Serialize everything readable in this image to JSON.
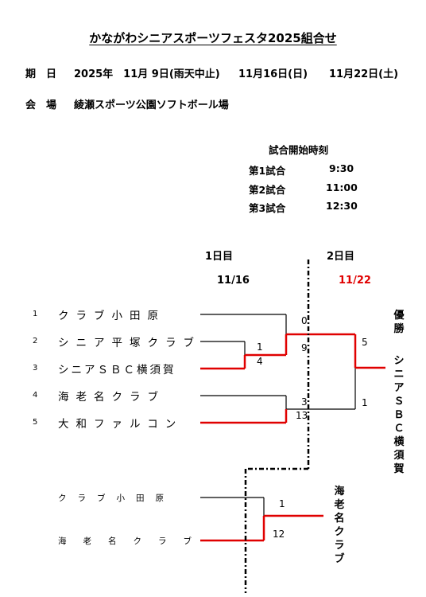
{
  "title": "かながわシニアスポーツフェスタ2025組合せ",
  "date": {
    "label": "期　日",
    "d1": "2025年　11月 9日(雨天中止)",
    "d2": "11月16日(日)",
    "d3": "11月22日(土)"
  },
  "venue": {
    "label": "会　場",
    "value": "綾瀬スポーツ公園ソフトボール場"
  },
  "schedule": {
    "heading": "試合開始時刻",
    "rows": [
      {
        "name": "第1試合",
        "time": "9:30"
      },
      {
        "name": "第2試合",
        "time": "11:00"
      },
      {
        "name": "第3試合",
        "time": "12:30"
      }
    ]
  },
  "days": {
    "day1": "1日目",
    "day1_date": "11/16",
    "day2": "2日目",
    "day2_date": "11/22"
  },
  "teams": [
    {
      "no": "1",
      "name": "クラブ小田原"
    },
    {
      "no": "2",
      "name": "シニア平塚クラブ"
    },
    {
      "no": "3",
      "name": "シニアＳＢＣ横須賀"
    },
    {
      "no": "4",
      "name": "海老名クラブ"
    },
    {
      "no": "5",
      "name": "大和ファルコン"
    }
  ],
  "scores": {
    "t2": "1",
    "t3": "4",
    "t1": "0",
    "sf1": "9",
    "t4": "3",
    "t5": "13",
    "final_top": "5",
    "final_bottom": "1"
  },
  "champion": {
    "label": "優勝",
    "name": "シニアＳＢＣ横須賀"
  },
  "extra": {
    "team_a": "クラブ小田原",
    "team_b": "海老名クラブ",
    "score_a": "1",
    "score_b": "12",
    "winner": "海老名クラブ"
  },
  "colors": {
    "winner_line": "#e00000",
    "line": "#000000",
    "highlight_date": "#e00000"
  }
}
